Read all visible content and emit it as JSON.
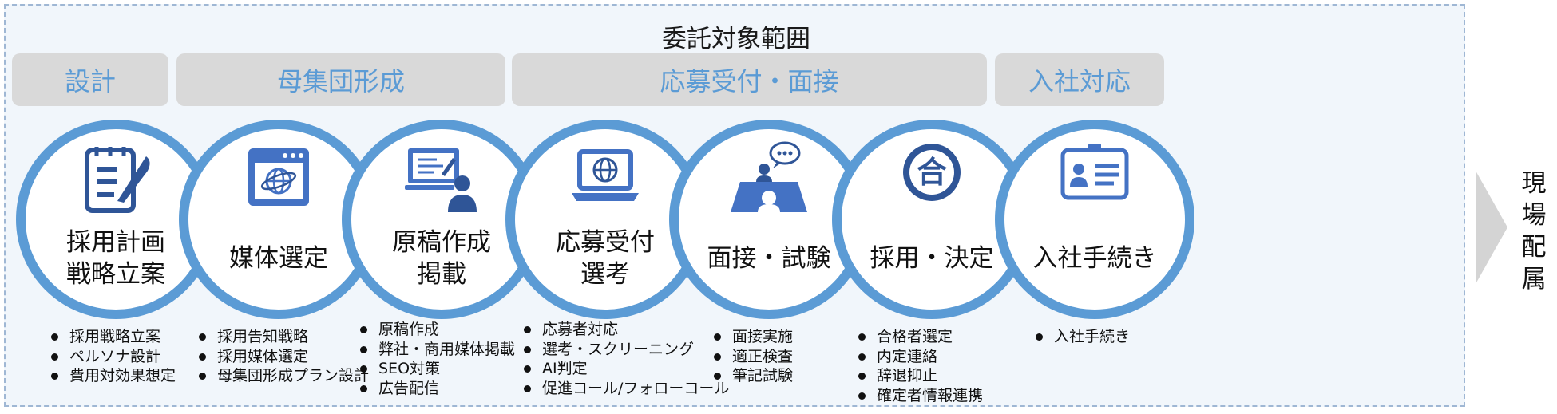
{
  "scope_title": "委託対象範囲",
  "phases": [
    "設計",
    "母集団形成",
    "応募受付・面接",
    "入社対応"
  ],
  "steps": [
    {
      "label": "採用計画\n戦略立案",
      "icon": "planning-notepad-icon",
      "bullets": [
        "採用戦略立案",
        "ペルソナ設計",
        "費用対効果想定"
      ]
    },
    {
      "label": "媒体選定",
      "icon": "web-browser-globe-icon",
      "bullets": [
        "採用告知戦略",
        "採用媒体選定",
        "母集団形成プラン設計"
      ]
    },
    {
      "label": "原稿作成\n掲載",
      "icon": "monitor-writer-icon",
      "bullets": [
        "原稿作成",
        "弊社・商用媒体掲載",
        "SEO対策",
        "広告配信"
      ]
    },
    {
      "label": "応募受付\n選考",
      "icon": "laptop-globe-icon",
      "bullets": [
        "応募者対応",
        "選考・スクリーニング",
        "AI判定",
        "促進コール/フォローコール"
      ]
    },
    {
      "label": "面接・試験",
      "icon": "interview-speech-bubble-icon",
      "bullets": [
        "面接実施",
        "適正検査",
        "筆記試験"
      ]
    },
    {
      "label": "採用・決定",
      "icon": "pass-seal-icon",
      "bullets": [
        "合格者選定",
        "内定連絡",
        "辞退抑止",
        "確定者情報連携"
      ]
    },
    {
      "label": "入社手続き",
      "icon": "id-badge-icon",
      "bullets": [
        "入社手続き"
      ]
    }
  ],
  "destination_label": "現\n場\n配\n属",
  "colors": {
    "accent": "#5b9bd5",
    "icon_dark": "#2f5597",
    "icon_mid": "#4472c4",
    "phase_bg": "#d9d9d9",
    "frame_bg": "#f1f6fb",
    "arrow": "#d4d4d4"
  }
}
